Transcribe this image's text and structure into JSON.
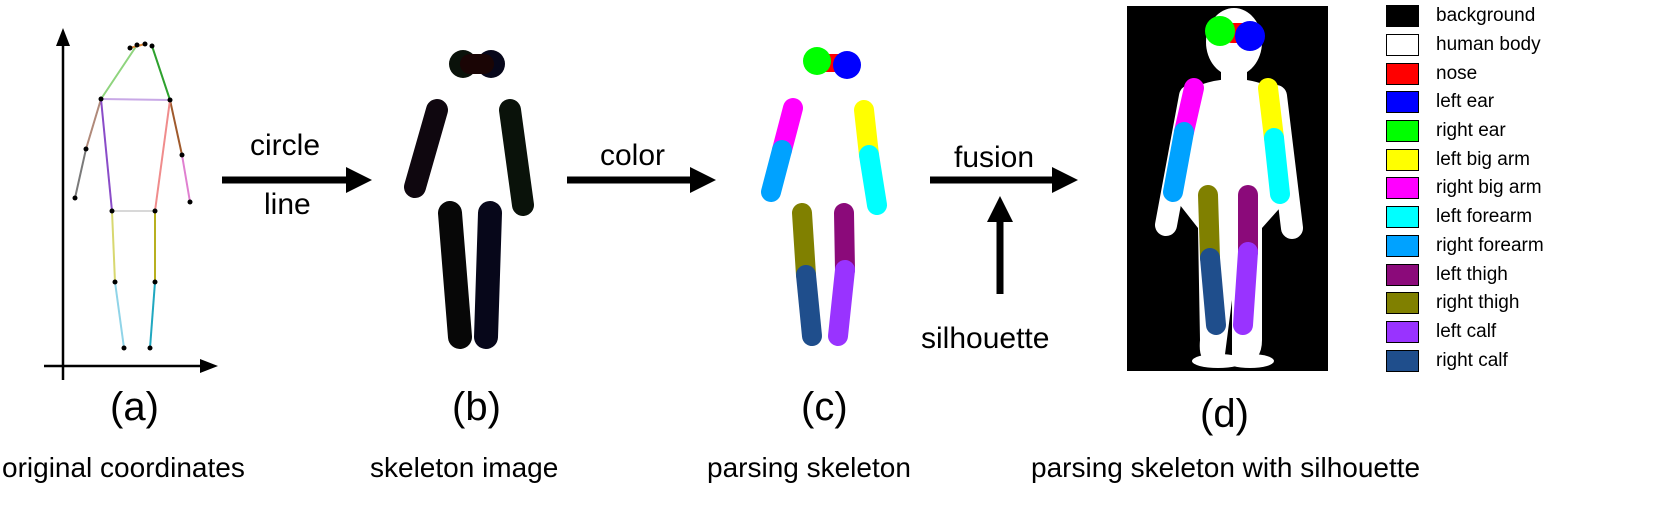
{
  "panels": [
    {
      "letter": "(a)",
      "caption": "original coordinates"
    },
    {
      "letter": "(b)",
      "caption": "skeleton image"
    },
    {
      "letter": "(c)",
      "caption": "parsing skeleton"
    },
    {
      "letter": "(d)",
      "caption": "parsing skeleton with silhouette"
    }
  ],
  "arrows": {
    "circle": "circle",
    "line": "line",
    "color": "color",
    "fusion": "fusion",
    "silhouette": "silhouette"
  },
  "legend": [
    {
      "label": "background",
      "color": "#000000"
    },
    {
      "label": "human body",
      "color": "#ffffff"
    },
    {
      "label": "nose",
      "color": "#ff0000"
    },
    {
      "label": "left ear",
      "color": "#0000ff"
    },
    {
      "label": "right ear",
      "color": "#00ff00"
    },
    {
      "label": "left big arm",
      "color": "#ffff00"
    },
    {
      "label": "right big arm",
      "color": "#ff00ff"
    },
    {
      "label": "left forearm",
      "color": "#00ffff"
    },
    {
      "label": "right forearm",
      "color": "#00a2ff"
    },
    {
      "label": "left thigh",
      "color": "#8b0a7a"
    },
    {
      "label": "right thigh",
      "color": "#808000"
    },
    {
      "label": "left calf",
      "color": "#9933ff"
    },
    {
      "label": "right calf",
      "color": "#1f4e8c"
    }
  ]
}
